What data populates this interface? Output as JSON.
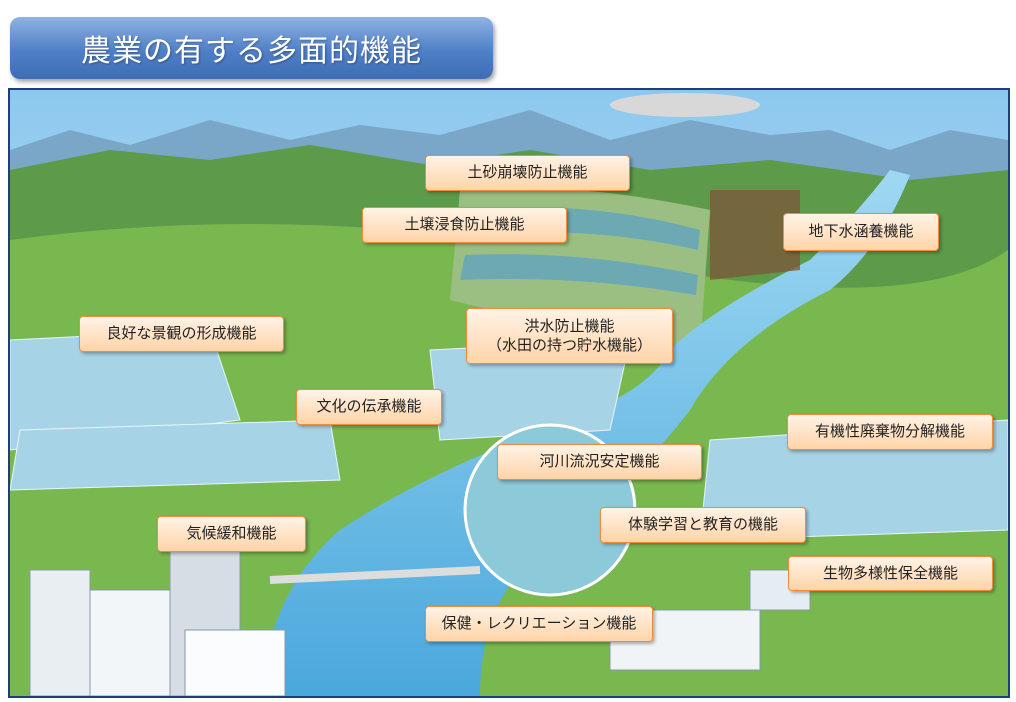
{
  "title": "農業の有する多面的機能",
  "labels": {
    "landslide": "土砂崩壊防止機能",
    "soil_erosion": "土壌浸食防止機能",
    "groundwater": "地下水涵養機能",
    "landscape": "良好な景観の形成機能",
    "flood_line1": "洪水防止機能",
    "flood_line2": "（水田の持つ貯水機能）",
    "culture": "文化の伝承機能",
    "organic_waste": "有機性廃棄物分解機能",
    "river_flow": "河川流況安定機能",
    "climate": "気候緩和機能",
    "education": "体験学習と教育の機能",
    "biodiversity": "生物多様性保全機能",
    "recreation": "保健・レクリエーション機能"
  }
}
